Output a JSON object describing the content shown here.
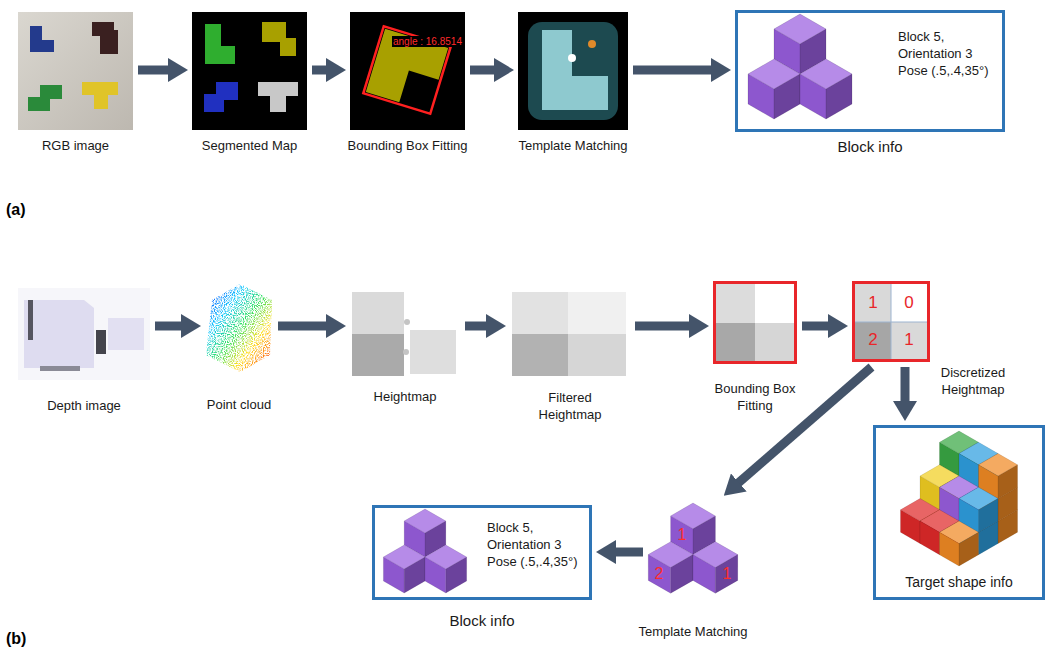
{
  "diagram": {
    "nodes": [
      {
        "text": [
          "RGB image"
        ]
      },
      {
        "text": [
          "Segmented Map"
        ]
      },
      {
        "text": [
          "Bounding Box Fitting"
        ]
      },
      {
        "text": [
          "Template Matching"
        ]
      },
      {
        "text": [
          "Block 5, Orientation 3 Pose (.5,.4,35°)",
          "Block info"
        ]
      },
      {
        "text": [
          "Depth image"
        ]
      },
      {
        "text": [
          "Point cloud"
        ]
      },
      {
        "text": [
          "Heightmap"
        ]
      },
      {
        "text": [
          "Filtered Heightmap"
        ]
      },
      {
        "text": [
          "Bounding Box Fitting"
        ]
      },
      {
        "text": [
          "Discretized Heightmap"
        ]
      },
      {
        "text": [
          "Template Matching"
        ]
      },
      {
        "text": [
          "Block 5, Orientation 3 Pose (.5,.4,35°)",
          "Block info"
        ]
      },
      {
        "text": [
          "Target shape info"
        ]
      }
    ],
    "edges": [
      {
        "from": 0,
        "to": 1,
        "arrow": "to"
      },
      {
        "from": 1,
        "to": 2,
        "arrow": "to"
      },
      {
        "from": 2,
        "to": 3,
        "arrow": "to"
      },
      {
        "from": 3,
        "to": 4,
        "arrow": "to"
      },
      {
        "from": 5,
        "to": 6,
        "arrow": "to"
      },
      {
        "from": 6,
        "to": 7,
        "arrow": "to"
      },
      {
        "from": 7,
        "to": 8,
        "arrow": "to"
      },
      {
        "from": 8,
        "to": 9,
        "arrow": "to"
      },
      {
        "from": 9,
        "to": 10,
        "arrow": "to"
      },
      {
        "from": 10,
        "to": 11,
        "arrow": "to"
      },
      {
        "from": 10,
        "to": 13,
        "arrow": "to"
      },
      {
        "from": 11,
        "to": 12,
        "arrow": "to"
      }
    ],
    "labels": [
      "angle : 16.8514",
      "(a)",
      "1",
      "0",
      "2",
      "1",
      "1",
      "2",
      "1",
      "(b)"
    ]
  }
}
